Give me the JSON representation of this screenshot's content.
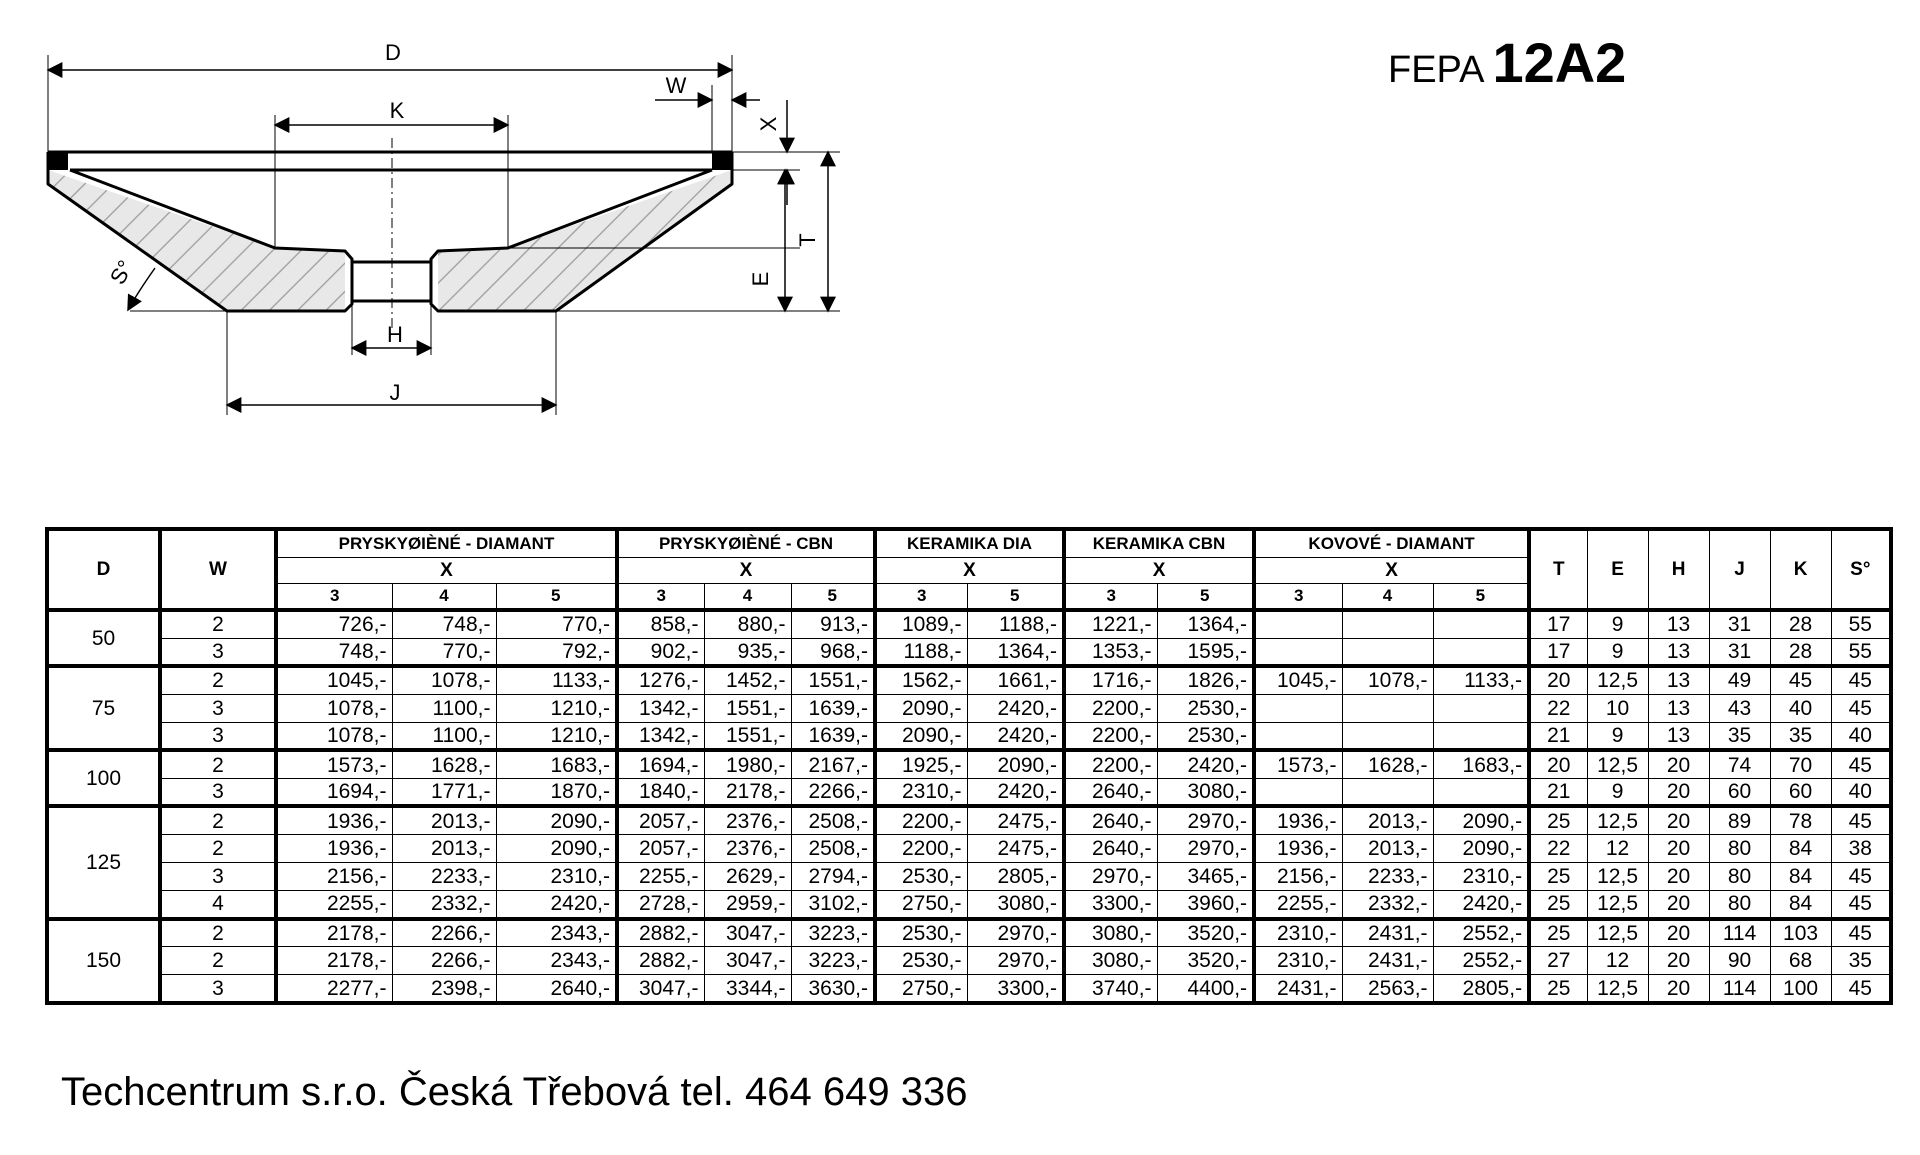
{
  "header": {
    "prefix": "FEPA",
    "code": "12A2"
  },
  "drawing_labels": {
    "D": "D",
    "W": "W",
    "K": "K",
    "X": "X",
    "T": "T",
    "E": "E",
    "S": "S°",
    "H": "H",
    "J": "J"
  },
  "table": {
    "col_d": "D",
    "col_w": "W",
    "group_x_label": "X",
    "groups": [
      {
        "name": "PRYSKYØIÈNÉ - DIAMANT",
        "x": [
          "3",
          "4",
          "5"
        ]
      },
      {
        "name": "PRYSKYØIÈNÉ - CBN",
        "x": [
          "3",
          "4",
          "5"
        ]
      },
      {
        "name": "KERAMIKA DIA",
        "x": [
          "3",
          "5"
        ]
      },
      {
        "name": "KERAMIKA CBN",
        "x": [
          "3",
          "5"
        ]
      },
      {
        "name": "KOVOVÉ - DIAMANT",
        "x": [
          "3",
          "4",
          "5"
        ]
      }
    ],
    "dims": [
      "T",
      "E",
      "H",
      "J",
      "K",
      "S°"
    ],
    "sections": [
      {
        "d": "50",
        "rows": [
          {
            "w": "2",
            "prices": [
              "726,-",
              "748,-",
              "770,-",
              "858,-",
              "880,-",
              "913,-",
              "1089,-",
              "1188,-",
              "1221,-",
              "1364,-",
              "",
              "",
              ""
            ],
            "dims": [
              "17",
              "9",
              "13",
              "31",
              "28",
              "55"
            ]
          },
          {
            "w": "3",
            "prices": [
              "748,-",
              "770,-",
              "792,-",
              "902,-",
              "935,-",
              "968,-",
              "1188,-",
              "1364,-",
              "1353,-",
              "1595,-",
              "",
              "",
              ""
            ],
            "dims": [
              "17",
              "9",
              "13",
              "31",
              "28",
              "55"
            ]
          }
        ]
      },
      {
        "d": "75",
        "rows": [
          {
            "w": "2",
            "prices": [
              "1045,-",
              "1078,-",
              "1133,-",
              "1276,-",
              "1452,-",
              "1551,-",
              "1562,-",
              "1661,-",
              "1716,-",
              "1826,-",
              "1045,-",
              "1078,-",
              "1133,-"
            ],
            "dims": [
              "20",
              "12,5",
              "13",
              "49",
              "45",
              "45"
            ]
          },
          {
            "w": "3",
            "prices": [
              "1078,-",
              "1100,-",
              "1210,-",
              "1342,-",
              "1551,-",
              "1639,-",
              "2090,-",
              "2420,-",
              "2200,-",
              "2530,-",
              "",
              "",
              ""
            ],
            "dims": [
              "22",
              "10",
              "13",
              "43",
              "40",
              "45"
            ]
          },
          {
            "w": "3",
            "prices": [
              "1078,-",
              "1100,-",
              "1210,-",
              "1342,-",
              "1551,-",
              "1639,-",
              "2090,-",
              "2420,-",
              "2200,-",
              "2530,-",
              "",
              "",
              ""
            ],
            "dims": [
              "21",
              "9",
              "13",
              "35",
              "35",
              "40"
            ]
          }
        ]
      },
      {
        "d": "100",
        "rows": [
          {
            "w": "2",
            "prices": [
              "1573,-",
              "1628,-",
              "1683,-",
              "1694,-",
              "1980,-",
              "2167,-",
              "1925,-",
              "2090,-",
              "2200,-",
              "2420,-",
              "1573,-",
              "1628,-",
              "1683,-"
            ],
            "dims": [
              "20",
              "12,5",
              "20",
              "74",
              "70",
              "45"
            ]
          },
          {
            "w": "3",
            "prices": [
              "1694,-",
              "1771,-",
              "1870,-",
              "1840,-",
              "2178,-",
              "2266,-",
              "2310,-",
              "2420,-",
              "2640,-",
              "3080,-",
              "",
              "",
              ""
            ],
            "dims": [
              "21",
              "9",
              "20",
              "60",
              "60",
              "40"
            ]
          }
        ]
      },
      {
        "d": "125",
        "rows": [
          {
            "w": "2",
            "prices": [
              "1936,-",
              "2013,-",
              "2090,-",
              "2057,-",
              "2376,-",
              "2508,-",
              "2200,-",
              "2475,-",
              "2640,-",
              "2970,-",
              "1936,-",
              "2013,-",
              "2090,-"
            ],
            "dims": [
              "25",
              "12,5",
              "20",
              "89",
              "78",
              "45"
            ]
          },
          {
            "w": "2",
            "prices": [
              "1936,-",
              "2013,-",
              "2090,-",
              "2057,-",
              "2376,-",
              "2508,-",
              "2200,-",
              "2475,-",
              "2640,-",
              "2970,-",
              "1936,-",
              "2013,-",
              "2090,-"
            ],
            "dims": [
              "22",
              "12",
              "20",
              "80",
              "84",
              "38"
            ]
          },
          {
            "w": "3",
            "prices": [
              "2156,-",
              "2233,-",
              "2310,-",
              "2255,-",
              "2629,-",
              "2794,-",
              "2530,-",
              "2805,-",
              "2970,-",
              "3465,-",
              "2156,-",
              "2233,-",
              "2310,-"
            ],
            "dims": [
              "25",
              "12,5",
              "20",
              "80",
              "84",
              "45"
            ]
          },
          {
            "w": "4",
            "prices": [
              "2255,-",
              "2332,-",
              "2420,-",
              "2728,-",
              "2959,-",
              "3102,-",
              "2750,-",
              "3080,-",
              "3300,-",
              "3960,-",
              "2255,-",
              "2332,-",
              "2420,-"
            ],
            "dims": [
              "25",
              "12,5",
              "20",
              "80",
              "84",
              "45"
            ]
          }
        ]
      },
      {
        "d": "150",
        "rows": [
          {
            "w": "2",
            "prices": [
              "2178,-",
              "2266,-",
              "2343,-",
              "2882,-",
              "3047,-",
              "3223,-",
              "2530,-",
              "2970,-",
              "3080,-",
              "3520,-",
              "2310,-",
              "2431,-",
              "2552,-"
            ],
            "dims": [
              "25",
              "12,5",
              "20",
              "114",
              "103",
              "45"
            ]
          },
          {
            "w": "2",
            "prices": [
              "2178,-",
              "2266,-",
              "2343,-",
              "2882,-",
              "3047,-",
              "3223,-",
              "2530,-",
              "2970,-",
              "3080,-",
              "3520,-",
              "2310,-",
              "2431,-",
              "2552,-"
            ],
            "dims": [
              "27",
              "12",
              "20",
              "90",
              "68",
              "35"
            ]
          },
          {
            "w": "3",
            "prices": [
              "2277,-",
              "2398,-",
              "2640,-",
              "3047,-",
              "3344,-",
              "3630,-",
              "2750,-",
              "3300,-",
              "3740,-",
              "4400,-",
              "2431,-",
              "2563,-",
              "2805,-"
            ],
            "dims": [
              "25",
              "12,5",
              "20",
              "114",
              "100",
              "45"
            ]
          }
        ]
      }
    ]
  },
  "footer": {
    "text": "Techcentrum s.r.o. Česká Třebová tel. 464 649 336"
  }
}
